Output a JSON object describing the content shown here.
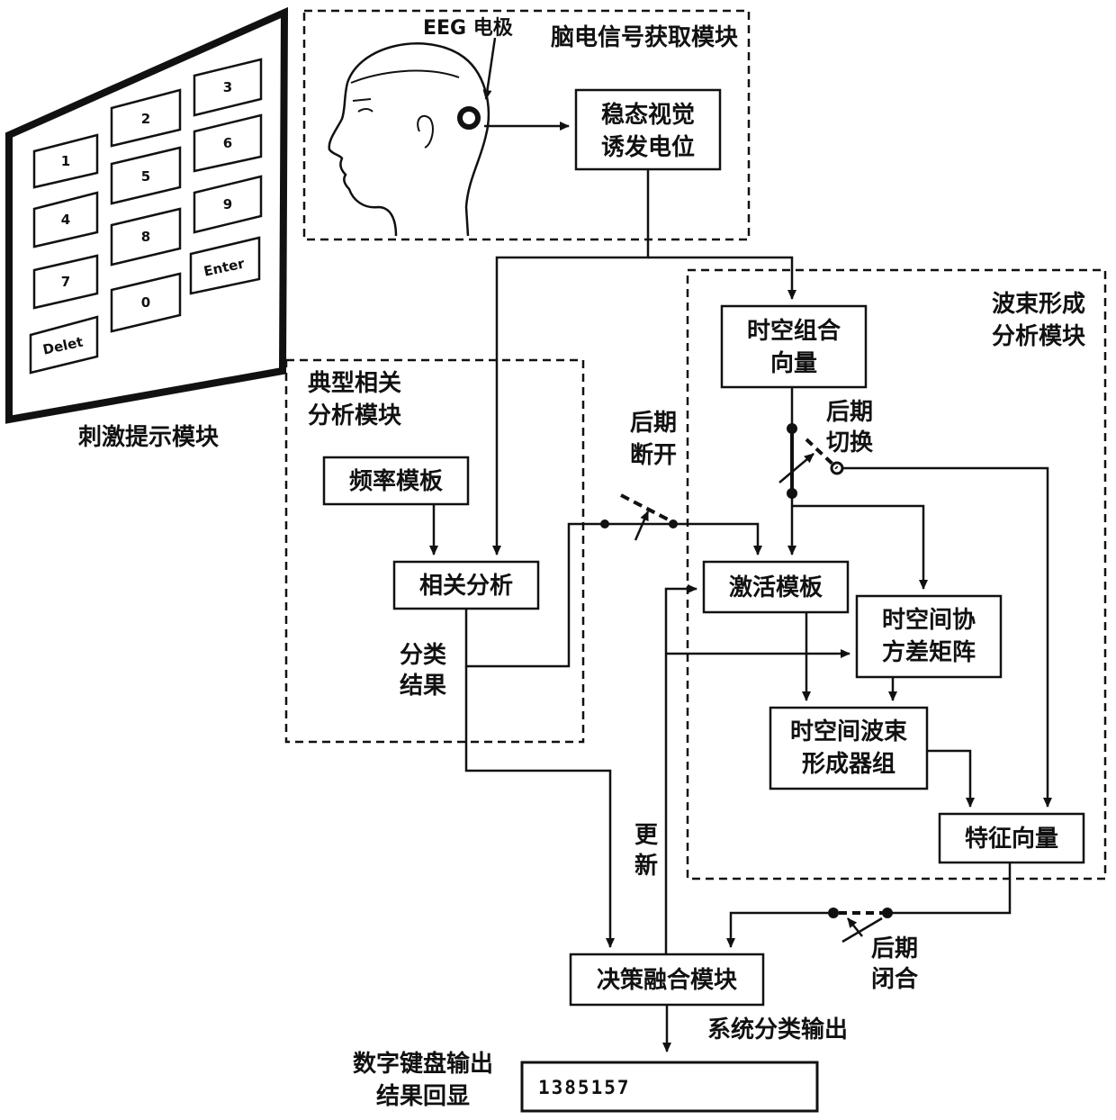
{
  "keypad": {
    "keys": [
      "1",
      "2",
      "3",
      "4",
      "5",
      "6",
      "7",
      "8",
      "9",
      "Delet",
      "0",
      "Enter"
    ],
    "caption": "刺激提示模块"
  },
  "acquisition": {
    "title": "脑电信号获取模块",
    "electrode_label": "EEG 电极",
    "ssvep_line1": "稳态视觉",
    "ssvep_line2": "诱发电位"
  },
  "cca": {
    "title_line1": "典型相关",
    "title_line2": "分析模块",
    "freq_template": "频率模板",
    "corr_analysis": "相关分析",
    "result_line1": "分类",
    "result_line2": "结果"
  },
  "beamforming": {
    "title_line1": "波束形成",
    "title_line2": "分析模块",
    "st_vector_line1": "时空组合",
    "st_vector_line2": "向量",
    "activation_template": "激活模板",
    "cov_line1": "时空间协",
    "cov_line2": "方差矩阵",
    "bf_line1": "时空间波束",
    "bf_line2": "形成器组",
    "feature_vector": "特征向量"
  },
  "switches": {
    "later_open_line1": "后期",
    "later_open_line2": "断开",
    "later_switch_line1": "后期",
    "later_switch_line2": "切换",
    "later_close_line1": "后期",
    "later_close_line2": "闭合"
  },
  "update_line1": "更",
  "update_line2": "新",
  "decision_fusion": "决策融合模块",
  "system_output": "系统分类输出",
  "display": {
    "label_line1": "数字键盘输出",
    "label_line2": "结果回显",
    "value": "1385157"
  }
}
